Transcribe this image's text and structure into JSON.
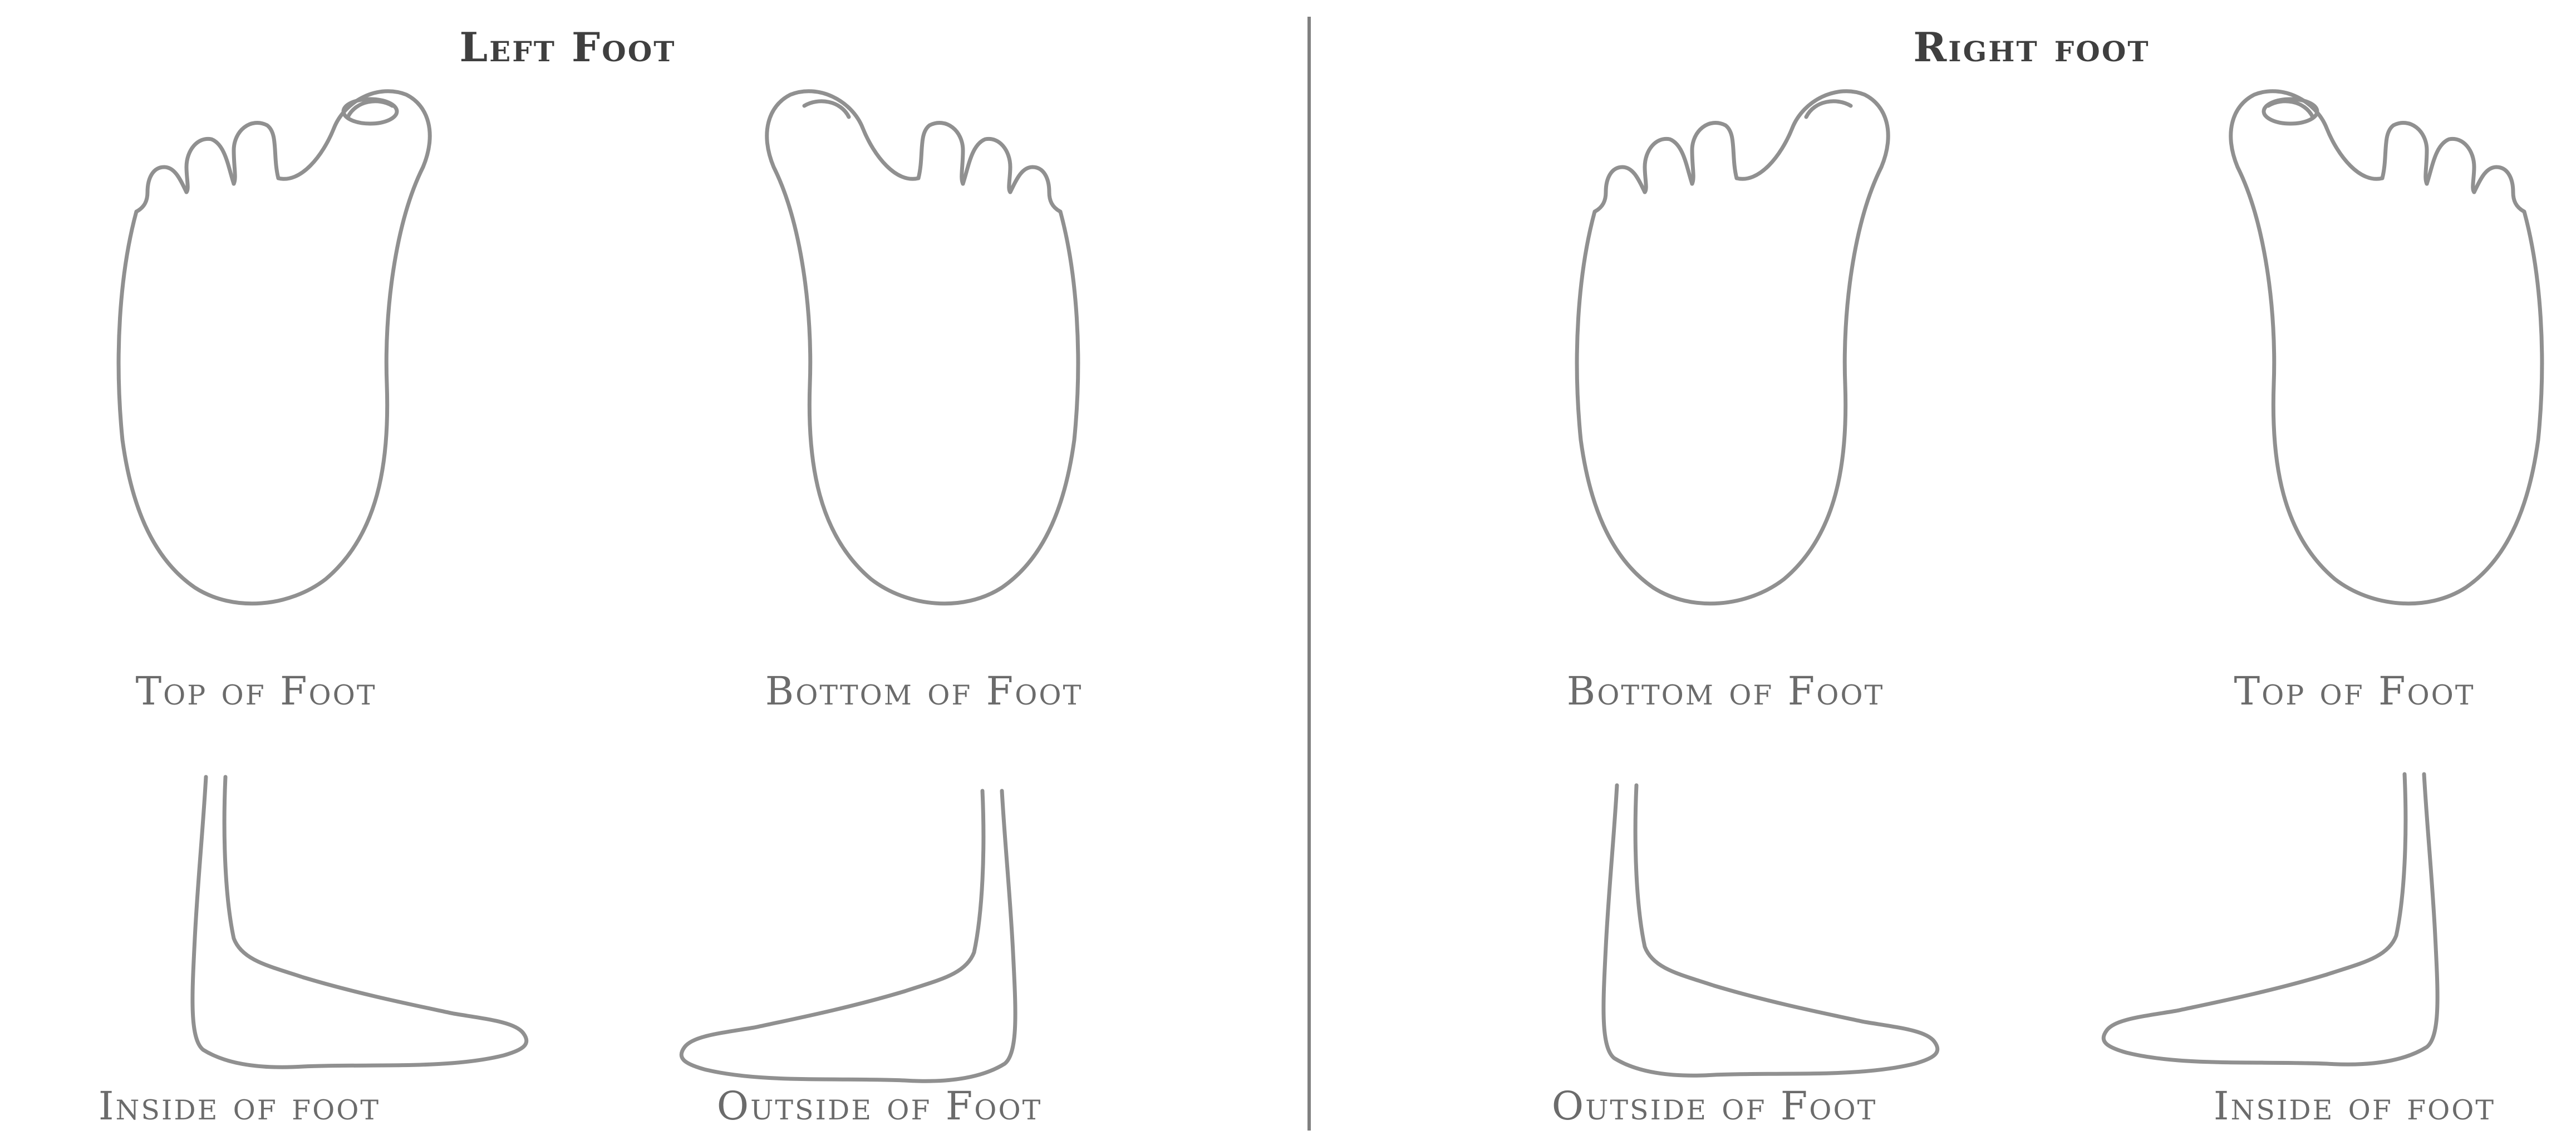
{
  "left_panel": {
    "heading": "Left Foot",
    "captions": {
      "top": "Top of Foot",
      "bottom": "Bottom of Foot",
      "inside": "Inside of foot",
      "outside": "Outside of Foot"
    }
  },
  "right_panel": {
    "heading": "Right foot",
    "captions": {
      "bottom": "Bottom of Foot",
      "top": "Top of Foot",
      "outside": "Outside of Foot",
      "inside": "Inside of foot"
    }
  },
  "colors": {
    "outline": "#909090",
    "heading_text": "#3f3f3f",
    "caption_text": "#6b6b6b",
    "divider": "#808080"
  }
}
